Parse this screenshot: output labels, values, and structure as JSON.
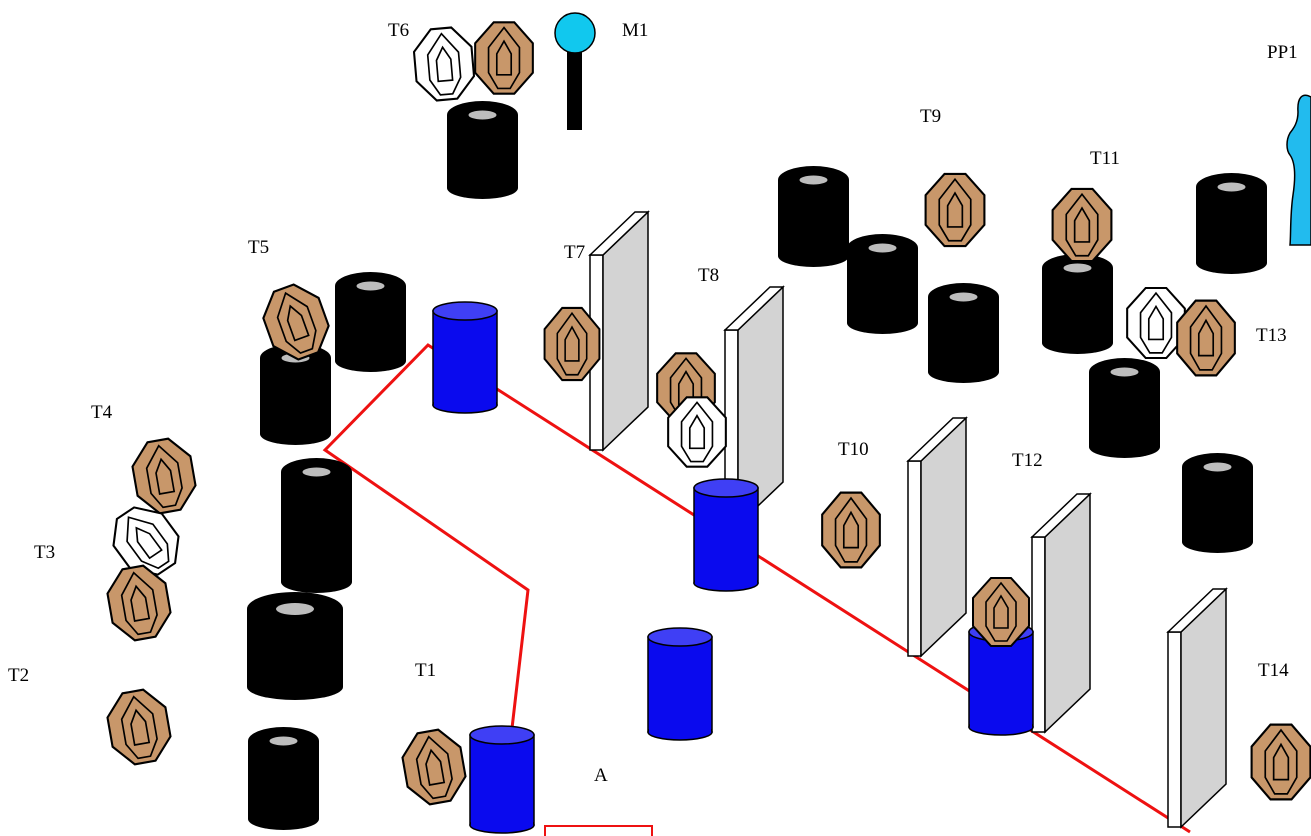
{
  "labels": {
    "t1": "T1",
    "t2": "T2",
    "t3": "T3",
    "t4": "T4",
    "t5": "T5",
    "t6": "T6",
    "t7": "T7",
    "t8": "T8",
    "t9": "T9",
    "t10": "T10",
    "t11": "T11",
    "t12": "T12",
    "t13": "T13",
    "t14": "T14",
    "m1": "M1",
    "pp1": "PP1",
    "a": "A"
  },
  "colors": {
    "paper_target": "#c8976a",
    "no_shoot_target": "#ffffff",
    "barrel": "#0a0aee",
    "barrel_top": "#3f3ff5",
    "tires": "#000000",
    "wall_face": "#d3d3d3",
    "fault_line": "#ee1111",
    "steel_popper": "#11c8ee",
    "pepper_popper": "#22bbee"
  },
  "icons": [
    "paper-target-icon",
    "no-shoot-target-icon",
    "tire-stack-icon",
    "barrel-icon",
    "wall-icon",
    "steel-popper-icon",
    "pepper-popper-icon"
  ]
}
